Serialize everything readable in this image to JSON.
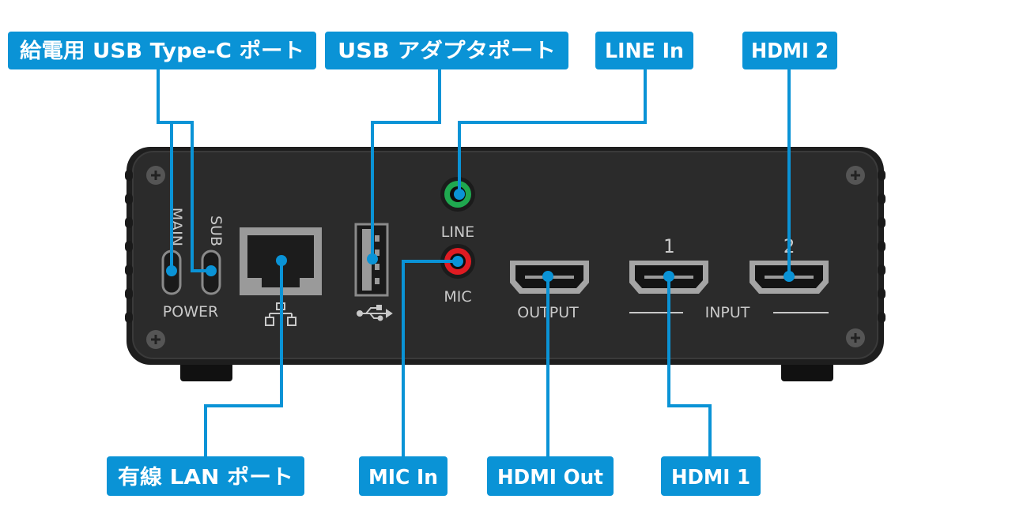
{
  "callouts": {
    "usb_c_power": "給電用 USB Type-C ポート",
    "usb_adapter": "USB アダプタポート",
    "line_in": "LINE In",
    "hdmi_2": "HDMI 2",
    "lan": "有線 LAN ポート",
    "mic_in": "MIC In",
    "hdmi_out": "HDMI Out",
    "hdmi_1": "HDMI 1"
  },
  "panel": {
    "main": "MAIN",
    "sub": "SUB",
    "power": "POWER",
    "line": "LINE",
    "mic": "MIC",
    "output": "OUTPUT",
    "input": "INPUT",
    "input_1": "1",
    "input_2": "2"
  },
  "colors": {
    "callout_blue": "#0a93d6",
    "device_body": "#2a2a2a",
    "line_jack": "#1fa84f",
    "mic_jack": "#e01b22"
  },
  "icons": {
    "lan": "network-icon",
    "usb": "usb-icon"
  }
}
